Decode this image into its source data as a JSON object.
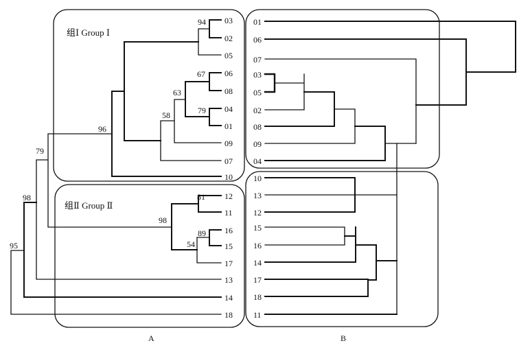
{
  "panel_a": {
    "label": "A",
    "group1_label": "组Ⅰ Group Ⅰ",
    "group2_label": "组Ⅱ Group Ⅱ",
    "leaves": [
      "03",
      "02",
      "05",
      "06",
      "08",
      "04",
      "01",
      "09",
      "07",
      "10",
      "12",
      "11",
      "16",
      "15",
      "17",
      "13",
      "14",
      "18"
    ],
    "bootstrap": {
      "n94": "94",
      "n67": "67",
      "n63": "63",
      "n79a": "79",
      "n58": "58",
      "n96": "96",
      "n79b": "79",
      "n98a": "98",
      "n81": "81",
      "n98b": "98",
      "n89": "89",
      "n54": "54",
      "n95": "95"
    }
  },
  "panel_b": {
    "label": "B",
    "leaves": [
      "01",
      "06",
      "07",
      "03",
      "05",
      "02",
      "08",
      "09",
      "04",
      "10",
      "13",
      "12",
      "15",
      "16",
      "14",
      "17",
      "18",
      "11"
    ]
  }
}
